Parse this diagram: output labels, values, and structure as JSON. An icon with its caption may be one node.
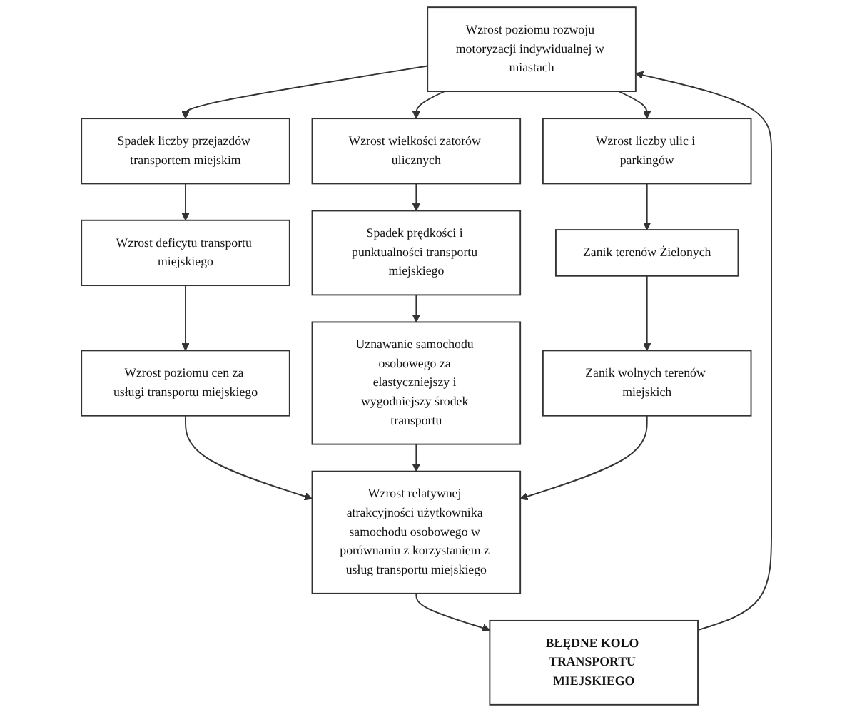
{
  "diagram": {
    "nodes": [
      {
        "text": [
          "Wzrost poziomu rozwoju motoryzacji indywidualnej w miastach"
        ]
      },
      {
        "text": [
          "Spadek liczby przejazdów transportem miejskim"
        ]
      },
      {
        "text": [
          "Wzrost wielkości zatorów ulicznych"
        ]
      },
      {
        "text": [
          "Wzrost liczby ulic i parkingów"
        ]
      },
      {
        "text": [
          "BŁĘDNE KOLO TRANSPORTU MIEJSKIEGO"
        ]
      },
      {
        "text": [
          "Wzrost deficytu transportu miejskiego"
        ]
      },
      {
        "text": [
          "Spadek prędkości i punktualności transportu miejskiego"
        ]
      },
      {
        "text": [
          "Zanik terenów Żielonych"
        ]
      },
      {
        "text": [
          "Wzrost poziomu cen za usługi transportu miejskiego"
        ]
      },
      {
        "text": [
          "Uznawanie samochodu osobowego za elastyczniejszy i wygodniejszy środek transportu"
        ]
      },
      {
        "text": [
          "Zanik wolnych terenów miejskich"
        ]
      },
      {
        "text": [
          "Wzrost relatywnej atrakcyjności użytkownika samochodu osobowego w porównaniu z korzystaniem z usług transportu miejskiego"
        ]
      }
    ],
    "edges": [
      {
        "from": 0,
        "to": 1,
        "arrow": "to"
      },
      {
        "from": 0,
        "to": 2,
        "arrow": "to"
      },
      {
        "from": 0,
        "to": 3,
        "arrow": "to"
      },
      {
        "from": 1,
        "to": 5,
        "arrow": "to"
      },
      {
        "from": 5,
        "to": 8,
        "arrow": "to"
      },
      {
        "from": 8,
        "to": 11,
        "arrow": "to"
      },
      {
        "from": 2,
        "to": 6,
        "arrow": "to"
      },
      {
        "from": 6,
        "to": 9,
        "arrow": "to"
      },
      {
        "from": 9,
        "to": 11,
        "arrow": "to"
      },
      {
        "from": 3,
        "to": 7,
        "arrow": "to"
      },
      {
        "from": 7,
        "to": 10,
        "arrow": "to"
      },
      {
        "from": 10,
        "to": 11,
        "arrow": "to"
      },
      {
        "from": 11,
        "to": 4,
        "arrow": "to"
      },
      {
        "from": 4,
        "to": 0,
        "arrow": "to"
      }
    ]
  }
}
